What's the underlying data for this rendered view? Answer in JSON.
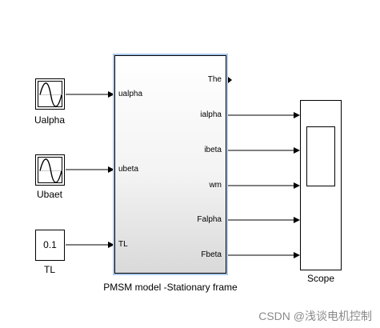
{
  "sources": [
    {
      "type": "sine",
      "label": "Ualpha",
      "icon": "sine-wave-icon"
    },
    {
      "type": "sine",
      "label": "Ubaet",
      "icon": "sine-wave-icon"
    },
    {
      "type": "constant",
      "value": "0.1",
      "label": "TL"
    }
  ],
  "subsystem": {
    "label": "PMSM model -Stationary frame",
    "inputs": [
      "ualpha",
      "ubeta",
      "TL"
    ],
    "outputs": [
      "The",
      "ialpha",
      "ibeta",
      "wm",
      "Falpha",
      "Fbeta"
    ]
  },
  "scope": {
    "label": "Scope",
    "icon": "scope-screen-icon"
  },
  "watermark": "CSDN @浅谈电机控制"
}
